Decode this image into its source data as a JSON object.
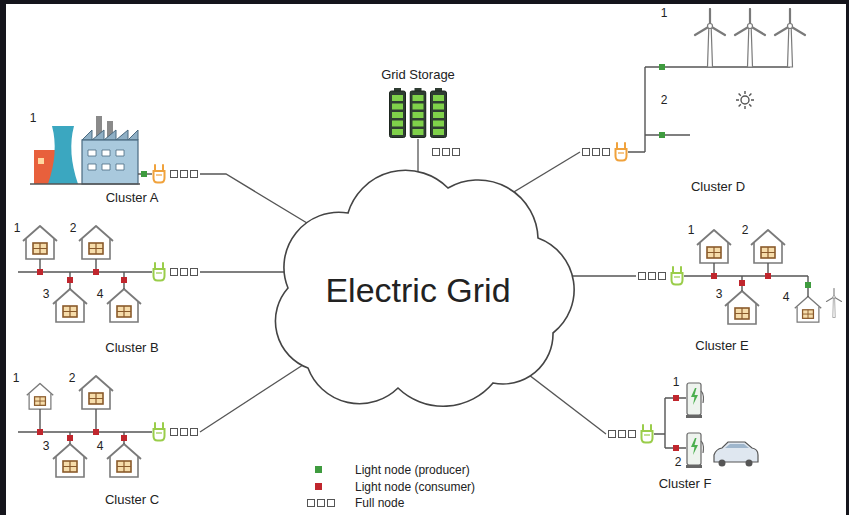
{
  "diagram": {
    "nodes": [
      {
        "text": [
          "Electric Grid"
        ]
      },
      {
        "text": [
          "Grid Storage"
        ]
      },
      {
        "text": [
          "Cluster A"
        ]
      },
      {
        "text": [
          "Cluster B"
        ]
      },
      {
        "text": [
          "Cluster C"
        ]
      },
      {
        "text": [
          "Cluster D"
        ]
      },
      {
        "text": [
          "Cluster E"
        ]
      },
      {
        "text": [
          "Cluster F"
        ]
      }
    ],
    "edges": [
      {
        "from": 1,
        "to": 0,
        "arrow": "none"
      },
      {
        "from": 2,
        "to": 0,
        "arrow": "none"
      },
      {
        "from": 3,
        "to": 0,
        "arrow": "none"
      },
      {
        "from": 4,
        "to": 0,
        "arrow": "none"
      },
      {
        "from": 5,
        "to": 0,
        "arrow": "none"
      },
      {
        "from": 6,
        "to": 0,
        "arrow": "none"
      },
      {
        "from": 7,
        "to": 0,
        "arrow": "none"
      }
    ],
    "labels": [
      "1",
      "1",
      "2",
      "3",
      "4",
      "1",
      "2",
      "3",
      "4",
      "1",
      "2",
      "1",
      "2",
      "3",
      "4",
      "1",
      "2"
    ],
    "legend": [
      {
        "text": "Light node (producer)",
        "color": "#3f9b3f"
      },
      {
        "text": "Light node (consumer)",
        "color": "#c0262d"
      },
      {
        "text": "Full node"
      }
    ]
  }
}
